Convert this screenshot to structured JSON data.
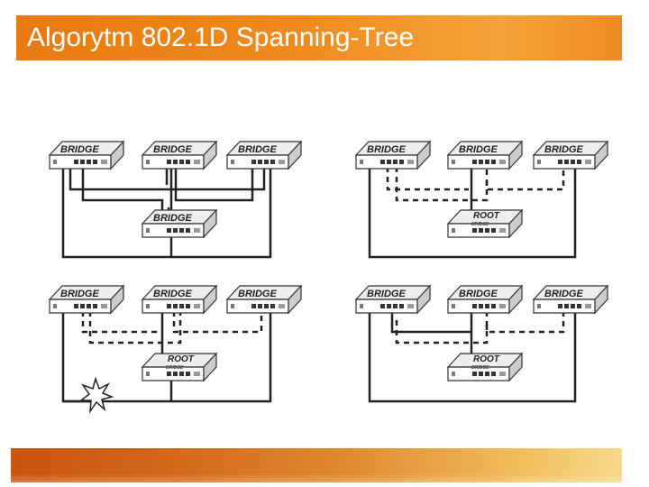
{
  "slide": {
    "title": "Algorytm 802.1D Spanning-Tree",
    "title_marks": ""
  },
  "bridge_label": "BRIDGE",
  "root_label": "ROOT",
  "root_sublabel": "BRIDGE",
  "colors": {
    "title_bar": "#ee8218",
    "bottom_bar": "#d2661a",
    "line": "#222222"
  }
}
